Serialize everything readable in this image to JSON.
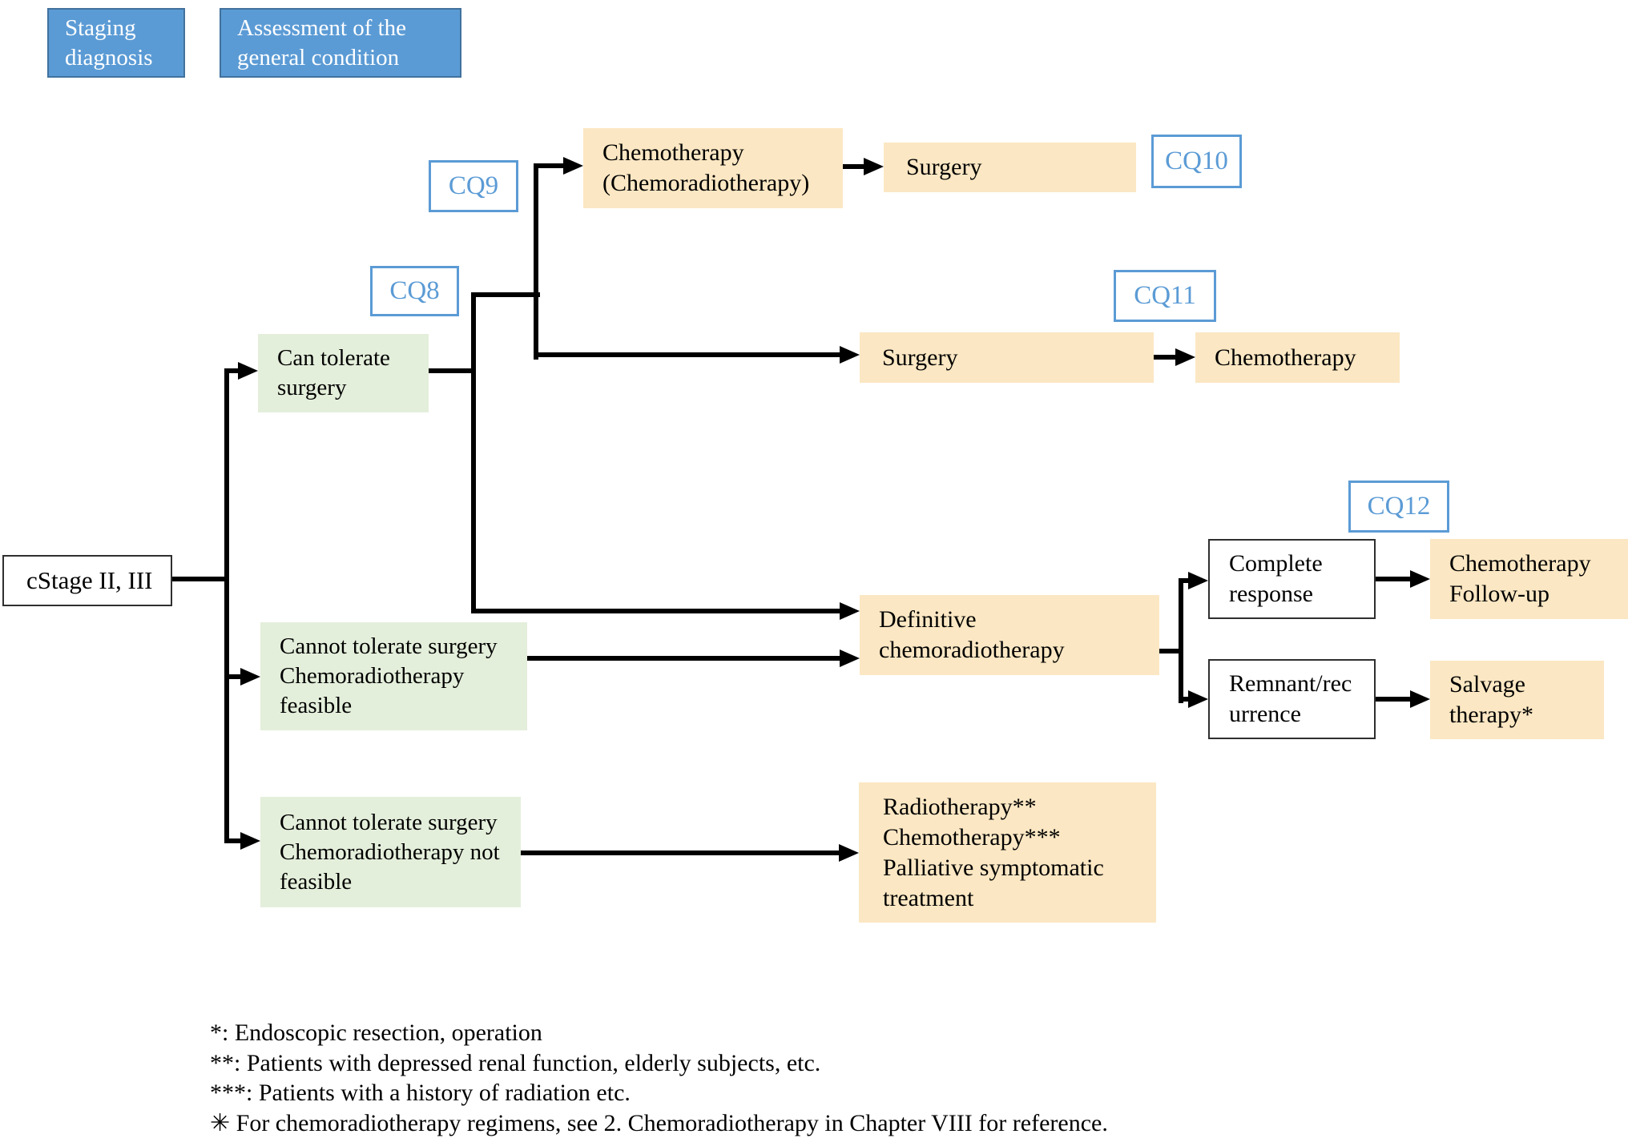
{
  "figure": {
    "phase_labels": [
      {
        "lines": [
          "Staging",
          "diagnosis"
        ]
      },
      {
        "lines": [
          "Assessment of the",
          "general condition"
        ]
      }
    ],
    "cq": {
      "cq8": "CQ8",
      "cq9": "CQ9",
      "cq10": "CQ10",
      "cq11": "CQ11",
      "cq12": "CQ12"
    },
    "nodes": {
      "cstage": {
        "label": "cStage II, III"
      },
      "can_tolerate": {
        "lines": [
          "Can tolerate",
          "surgery"
        ]
      },
      "cannot_tolerate_crt_feasible": {
        "lines": [
          "Cannot tolerate surgery",
          "Chemoradiotherapy",
          "feasible"
        ]
      },
      "cannot_tolerate_crt_not_feasible": {
        "lines": [
          "Cannot tolerate surgery",
          "Chemoradiotherapy not",
          "feasible"
        ]
      },
      "chemo_preop": {
        "lines": [
          "Chemotherapy",
          "(Chemoradiotherapy)"
        ]
      },
      "surgery_after_chemo": {
        "label": "Surgery"
      },
      "surgery_upfront": {
        "label": "Surgery"
      },
      "chemo_adjuvant": {
        "label": "Chemotherapy"
      },
      "definitive_crt": {
        "lines": [
          "Definitive",
          "chemoradiotherapy"
        ]
      },
      "complete_response": {
        "lines": [
          "Complete",
          "response"
        ]
      },
      "chemo_followup": {
        "lines": [
          "Chemotherapy",
          "Follow-up"
        ]
      },
      "remnant_recurrence": {
        "lines": [
          "Remnant/rec",
          "urrence"
        ]
      },
      "salvage_therapy": {
        "lines": [
          "Salvage",
          "therapy*"
        ]
      },
      "radiotherapy_palliative": {
        "lines": [
          "Radiotherapy**",
          "Chemotherapy***",
          "Palliative symptomatic",
          "treatment"
        ]
      }
    },
    "footnotes": [
      "*: Endoscopic resection, operation",
      "**: Patients with depressed renal function, elderly subjects, etc.",
      "***: Patients with a history of radiation etc.",
      "✳ For chemoradiotherapy regimens, see 2. Chemoradiotherapy in Chapter VIII for reference."
    ],
    "colors": {
      "process_blue_fill": "#5B9BD5",
      "process_blue_border": "#41719C",
      "treatment_yellow": "#FBE7C3",
      "condition_green": "#E4EFDB",
      "cq_label_blue": "#5B9BD5",
      "connector_black": "#000000"
    }
  }
}
